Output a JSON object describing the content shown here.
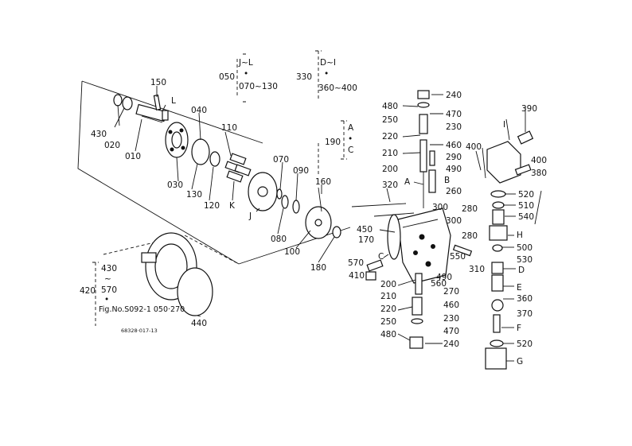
{
  "labels": {
    "l150": "150",
    "lL": "L",
    "l430a": "430",
    "l020": "020",
    "l010": "010",
    "l040": "040",
    "l030": "030",
    "l130": "130",
    "l120": "120",
    "l110": "110",
    "lK": "K",
    "l070": "070",
    "lJ": "J",
    "l090": "090",
    "l080": "080",
    "l160": "160",
    "l100": "100",
    "l180": "180",
    "l440": "440",
    "l240a": "240",
    "l480a": "480",
    "l470a": "470",
    "l250a": "250",
    "l230a": "230",
    "l220a": "220",
    "l460a": "460",
    "l210a": "210",
    "l290": "290",
    "l200a": "200",
    "l490a": "490",
    "lA": "A",
    "lB": "B",
    "l320": "320",
    "l260": "260",
    "l300a": "300",
    "l280a": "280",
    "l300b": "300",
    "l280b": "280",
    "l450": "450",
    "l170": "170",
    "l550": "550",
    "l310": "310",
    "lC": "C",
    "l560": "560",
    "l570": "570",
    "l410": "410",
    "l200b": "200",
    "l490b": "490",
    "l210b": "210",
    "l270": "270",
    "l220b": "220",
    "l460b": "460",
    "l250b": "250",
    "l230b": "230",
    "l480b": "480",
    "l470b": "470",
    "l240b": "240",
    "l390": "390",
    "lI": "I",
    "l400a": "400",
    "l400b": "400",
    "l380": "380",
    "l520a": "520",
    "l510": "510",
    "l540": "540",
    "lH": "H",
    "l500": "500",
    "l530": "530",
    "lD": "D",
    "lE": "E",
    "l360": "360",
    "l370": "370",
    "lF": "F",
    "l520b": "520",
    "lG": "G"
  },
  "groups": {
    "g050": "050",
    "g050_line1": "J~L",
    "g050_line2": "070~130",
    "g330": "330",
    "g330_line1": "D~I",
    "g330_line2": "360~400",
    "g190": "190",
    "g190_line1": "A",
    "g190_line2": "C",
    "g420": "420",
    "g420_line1": "430",
    "g420_line2": "570",
    "g420_line3": "Fig.No.S092-1 050·270"
  },
  "code": "68328·017-13"
}
